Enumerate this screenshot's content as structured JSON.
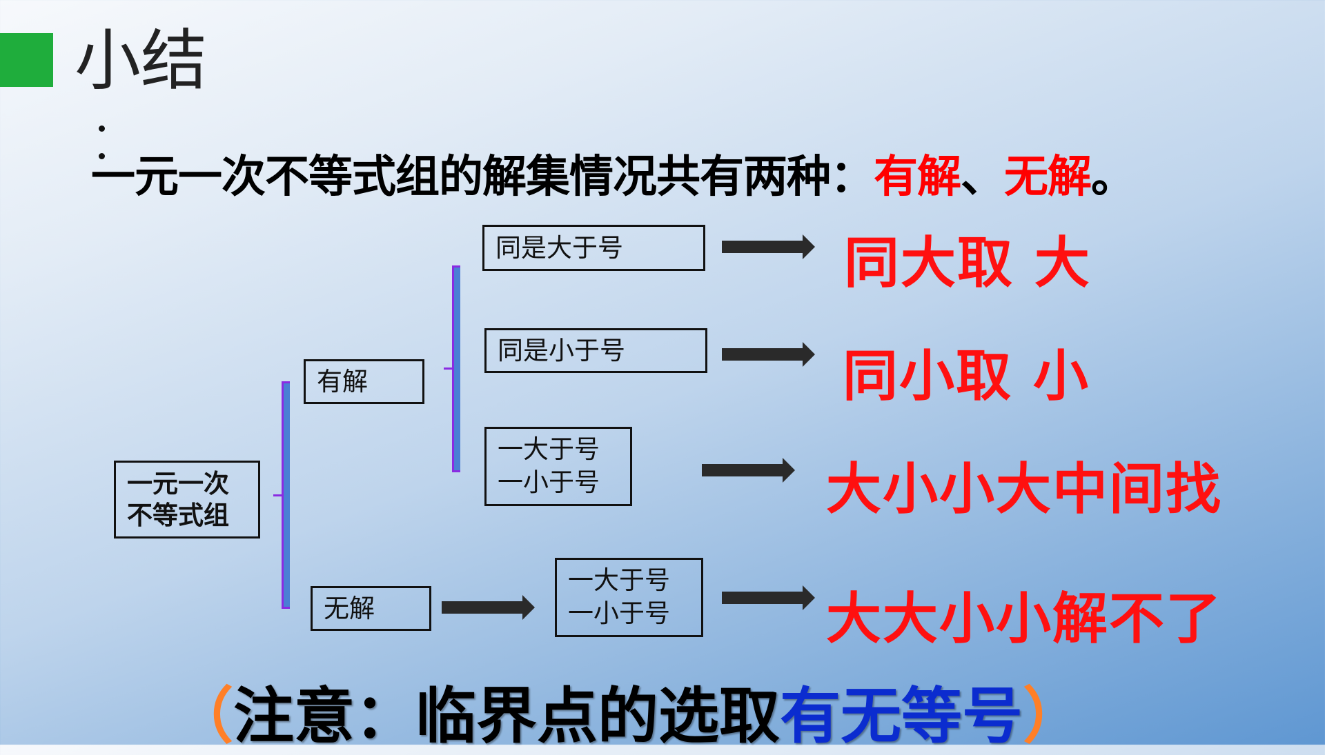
{
  "colors": {
    "accent_green": "#1fad3c",
    "red": "#ff0000",
    "blue": "#0b2ccf",
    "paren_orange": "#ff7f27"
  },
  "title": "小结",
  "headline": {
    "prefix": "一元一次不等式组的解集情况共有两种：",
    "has_solution": "有解",
    "sep": "、",
    "no_solution": "无解",
    "end": "。"
  },
  "tree": {
    "root": {
      "line1": "一元一次",
      "line2": "不等式组"
    },
    "has_solution": "有解",
    "no_solution": "无解",
    "case_both_greater": "同是大于号",
    "case_both_less": "同是小于号",
    "case_mixed": {
      "line1": "一大于号",
      "line2": "一小于号"
    },
    "case_no_sol": {
      "line1": "一大于号",
      "line2": "一小于号"
    }
  },
  "results": {
    "greater": "同大取 大",
    "less": "同小取 小",
    "mixed": "大小小大中间找",
    "none": "大大小小解不了"
  },
  "note": {
    "open": "（",
    "text": "注意：临界点的选取",
    "highlight": "有无等号",
    "close": "）"
  }
}
